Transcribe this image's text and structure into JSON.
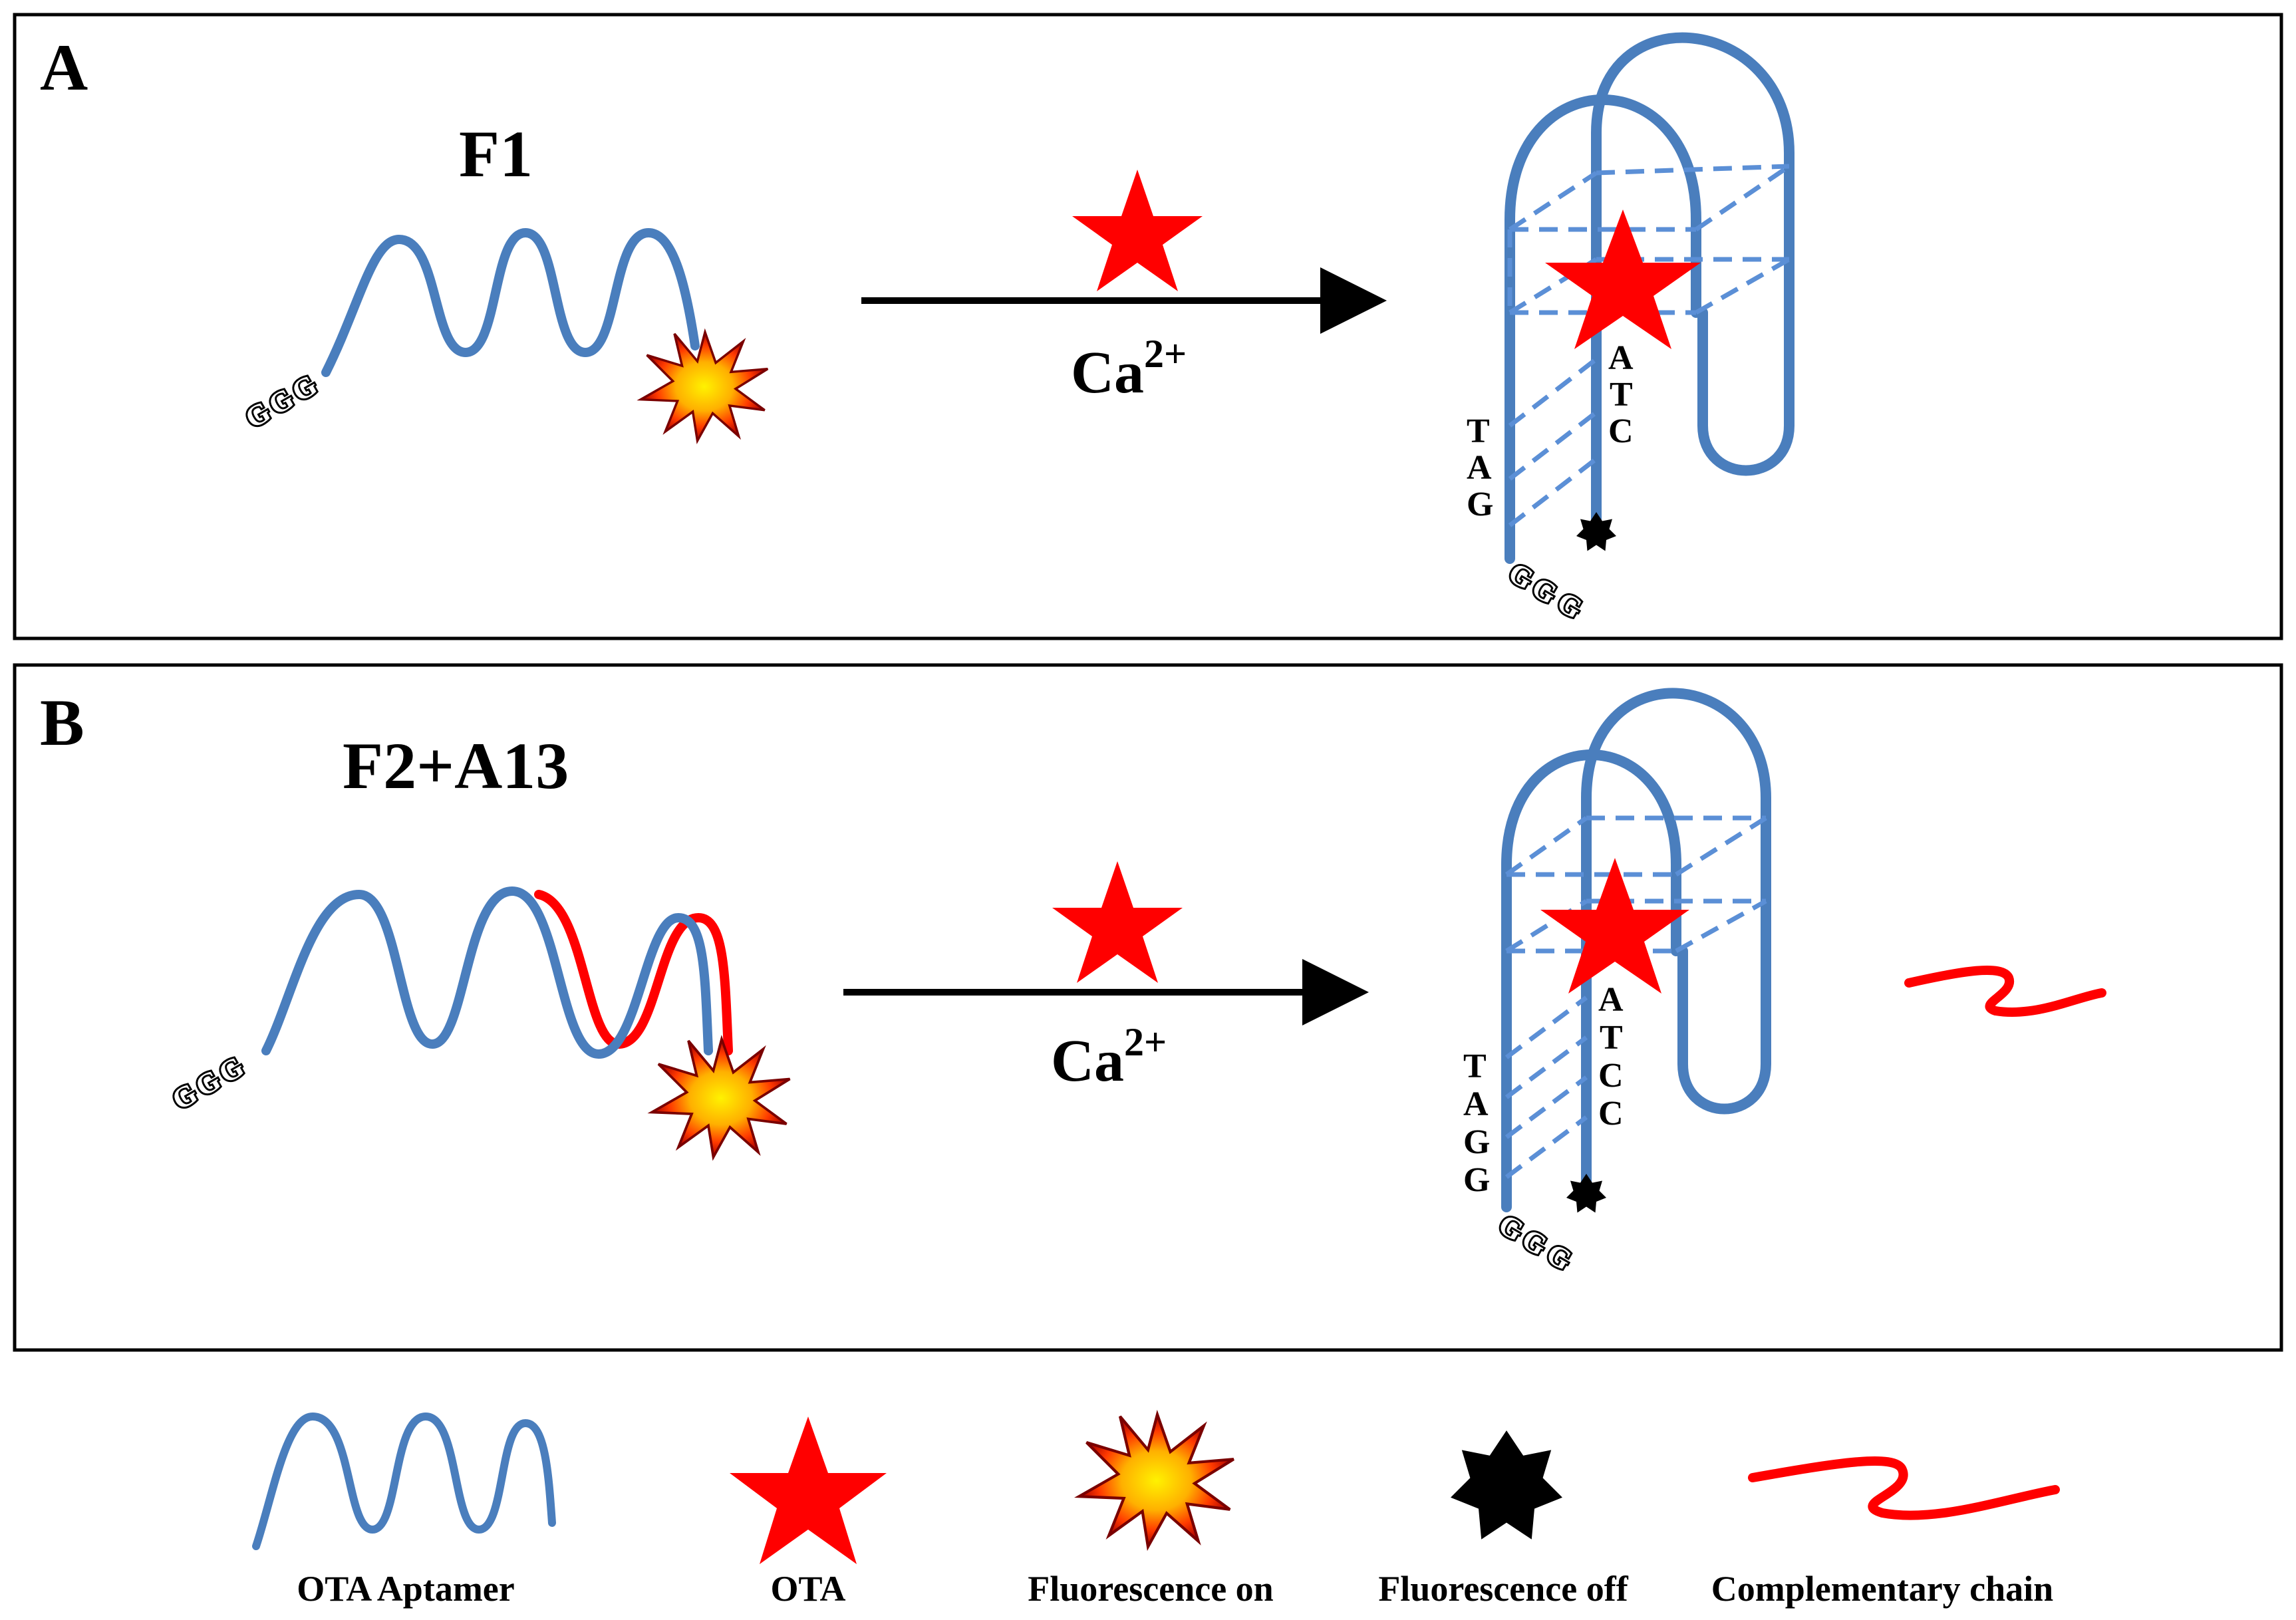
{
  "panel_a": {
    "label": "A",
    "title": "F1",
    "condition": "Ca",
    "condition_sup": "2+",
    "base_left": [
      "T",
      "A",
      "G"
    ],
    "base_right": [
      "A",
      "T",
      "C"
    ],
    "ggg": [
      "G",
      "G",
      "G"
    ]
  },
  "panel_b": {
    "label": "B",
    "title": "F2+A13",
    "condition": "Ca",
    "condition_sup": "2+",
    "base_left": [
      "T",
      "A",
      "G",
      "G"
    ],
    "base_right": [
      "A",
      "T",
      "C",
      "C"
    ],
    "ggg": [
      "G",
      "G",
      "G"
    ]
  },
  "legend": [
    {
      "icon": "ota-aptamer-icon",
      "label": "OTA Aptamer"
    },
    {
      "icon": "ota-star-icon",
      "label": "OTA"
    },
    {
      "icon": "fluorescence-on-icon",
      "label": "Fluorescence on"
    },
    {
      "icon": "fluorescence-off-icon",
      "label": "Fluorescence off"
    },
    {
      "icon": "complementary-chain-icon",
      "label": "Complementary chain"
    }
  ],
  "colors": {
    "aptamer": "#4a7ebd",
    "dashed": "#5b8fd6",
    "ota": "#ff0000",
    "chain": "#ff0000",
    "arrow": "#000000",
    "border": "#000000"
  }
}
